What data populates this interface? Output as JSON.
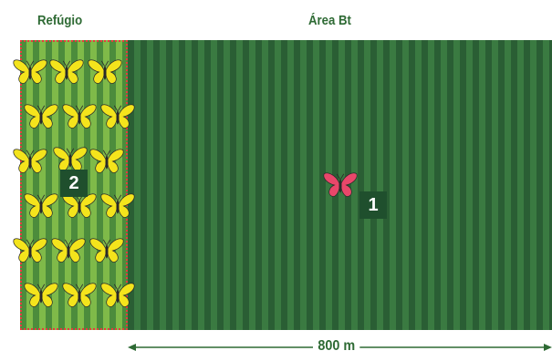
{
  "labels": {
    "refuge": "Refúgio",
    "bt_area": "Área Bt",
    "distance": "800 m"
  },
  "badges": {
    "refuge": "2",
    "bt": "1"
  },
  "icons": {
    "refuge_butterflies": "yellow-butterfly-icon",
    "bt_butterfly": "pink-butterfly-icon"
  },
  "colors": {
    "label_text": "#2e6a34",
    "yellow_butterfly": "#f4e41c",
    "pink_butterfly": "#e9476a",
    "refuge_border": "#e8383d",
    "badge_bg": "#1f4f2d"
  }
}
